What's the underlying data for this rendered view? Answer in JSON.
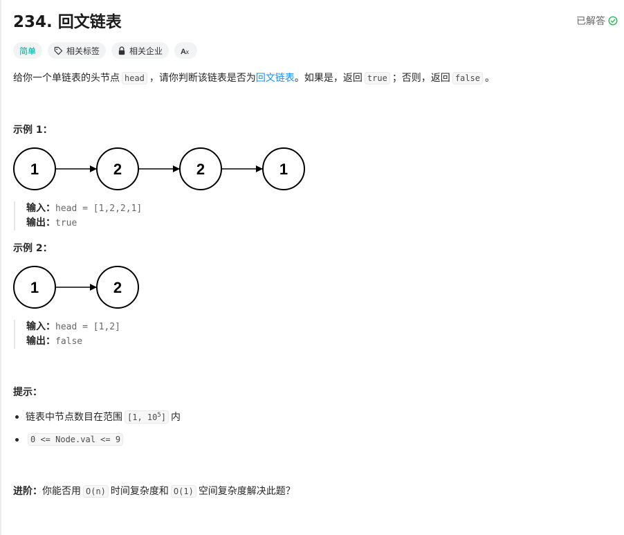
{
  "problem": {
    "title": "234. 回文链表",
    "status": "已解答",
    "status_color": "#2db55d"
  },
  "tags": {
    "difficulty": "简单",
    "difficulty_color": "#00aa9e",
    "related_tags": "相关标签",
    "related_companies": "相关企业",
    "font_toggle_icon": "translate-icon"
  },
  "description": {
    "part1": "给你一个单链表的头节点",
    "head_code": "head",
    "part2": "，请你判断该链表是否为",
    "link": "回文链表",
    "part3": "。如果是，返回",
    "true_code": "true",
    "part4": "；否则，返回",
    "false_code": "false",
    "part5": "。"
  },
  "example1": {
    "title": "示例 1：",
    "nodes": [
      "1",
      "2",
      "2",
      "1"
    ],
    "input_label": "输入：",
    "input_value": "head = [1,2,2,1]",
    "output_label": "输出：",
    "output_value": "true"
  },
  "example2": {
    "title": "示例 2：",
    "nodes": [
      "1",
      "2"
    ],
    "input_label": "输入：",
    "input_value": "head = [1,2]",
    "output_label": "输出：",
    "output_value": "false"
  },
  "hints": {
    "title": "提示：",
    "item1_text": "链表中节点数目在范围",
    "item1_code_prefix": "[1, 10",
    "item1_code_sup": "5",
    "item1_code_suffix": "]",
    "item1_text2": "内",
    "item2_code": "0 <= Node.val <= 9"
  },
  "advanced": {
    "label": "进阶：",
    "text1": "你能否用",
    "code1": "O(n)",
    "text2": "时间复杂度和",
    "code2": "O(1)",
    "text3": "空间复杂度解决此题？"
  }
}
